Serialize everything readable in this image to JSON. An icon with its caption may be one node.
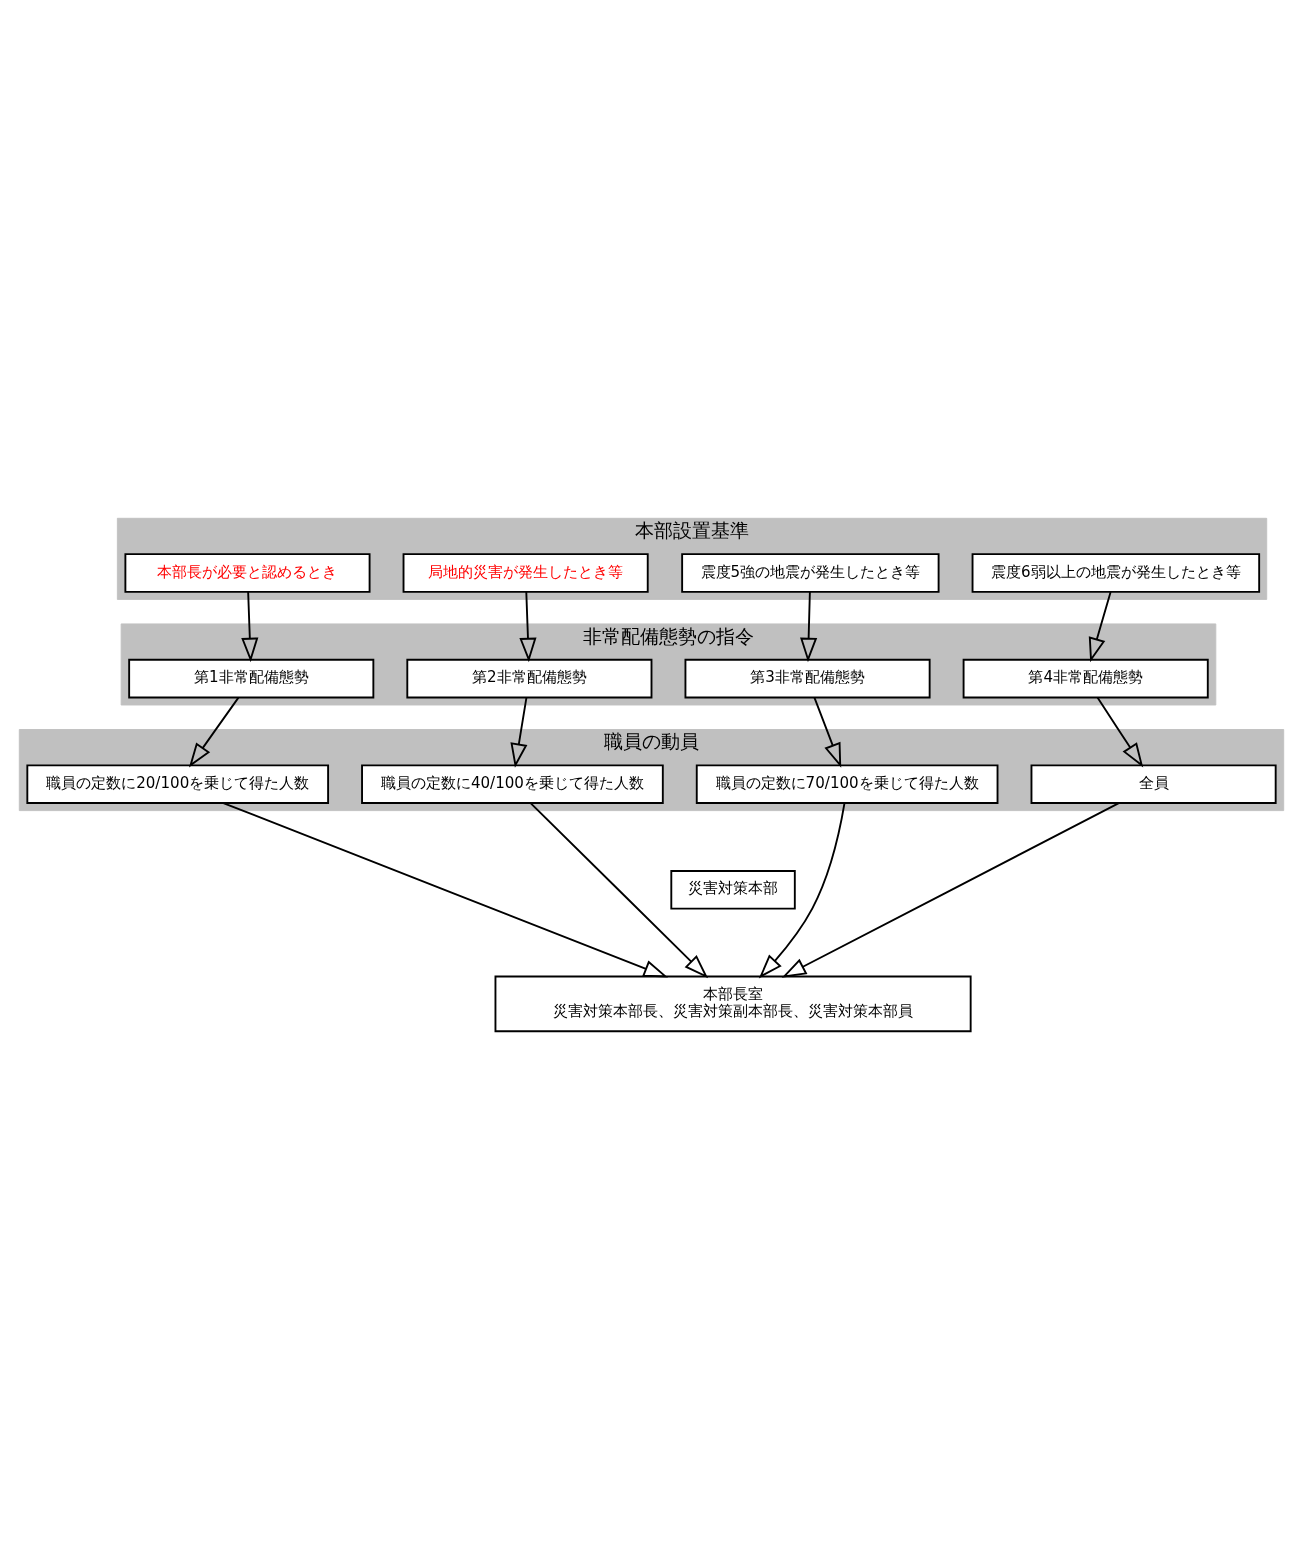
{
  "diagram": {
    "nodes": [
      {
        "text": [
          "本部設置基準"
        ]
      },
      {
        "text": [
          "本部長が必要と認めるとき"
        ],
        "in": 0
      },
      {
        "text": [
          "局地的災害が発生したとき等"
        ],
        "in": 0
      },
      {
        "text": [
          "震度5強の地震が発生したとき等"
        ],
        "in": 0
      },
      {
        "text": [
          "震度6弱以上の地震が発生したとき等"
        ],
        "in": 0
      },
      {
        "text": [
          "非常配備態勢の指令"
        ]
      },
      {
        "text": [
          "第1非常配備態勢"
        ],
        "in": 5
      },
      {
        "text": [
          "第2非常配備態勢"
        ],
        "in": 5
      },
      {
        "text": [
          "第3非常配備態勢"
        ],
        "in": 5
      },
      {
        "text": [
          "第4非常配備態勢"
        ],
        "in": 5
      },
      {
        "text": [
          "職員の動員"
        ]
      },
      {
        "text": [
          "職員の定数に20/100を乗じて得た人数"
        ],
        "in": 10
      },
      {
        "text": [
          "職員の定数に40/100を乗じて得た人数"
        ],
        "in": 10
      },
      {
        "text": [
          "職員の定数に70/100を乗じて得た人数"
        ],
        "in": 10
      },
      {
        "text": [
          "全員"
        ],
        "in": 10
      },
      {
        "text": [
          "災害対策本部"
        ]
      },
      {
        "text": [
          "本部長室",
          "災害対策本部長、災害対策副本部長、災害対策本部員"
        ]
      }
    ],
    "edges": [
      {
        "from": 1,
        "to": 6,
        "arrow": "to"
      },
      {
        "from": 2,
        "to": 7,
        "arrow": "to"
      },
      {
        "from": 3,
        "to": 8,
        "arrow": "to"
      },
      {
        "from": 4,
        "to": 9,
        "arrow": "to"
      },
      {
        "from": 6,
        "to": 11,
        "arrow": "to"
      },
      {
        "from": 7,
        "to": 12,
        "arrow": "to"
      },
      {
        "from": 8,
        "to": 13,
        "arrow": "to"
      },
      {
        "from": 9,
        "to": 14,
        "arrow": "to"
      },
      {
        "from": 11,
        "to": 16,
        "arrow": "to"
      },
      {
        "from": 12,
        "to": 16,
        "arrow": "to"
      },
      {
        "from": 13,
        "to": 16,
        "arrow": "to"
      },
      {
        "from": 14,
        "to": 16,
        "arrow": "to"
      }
    ]
  }
}
